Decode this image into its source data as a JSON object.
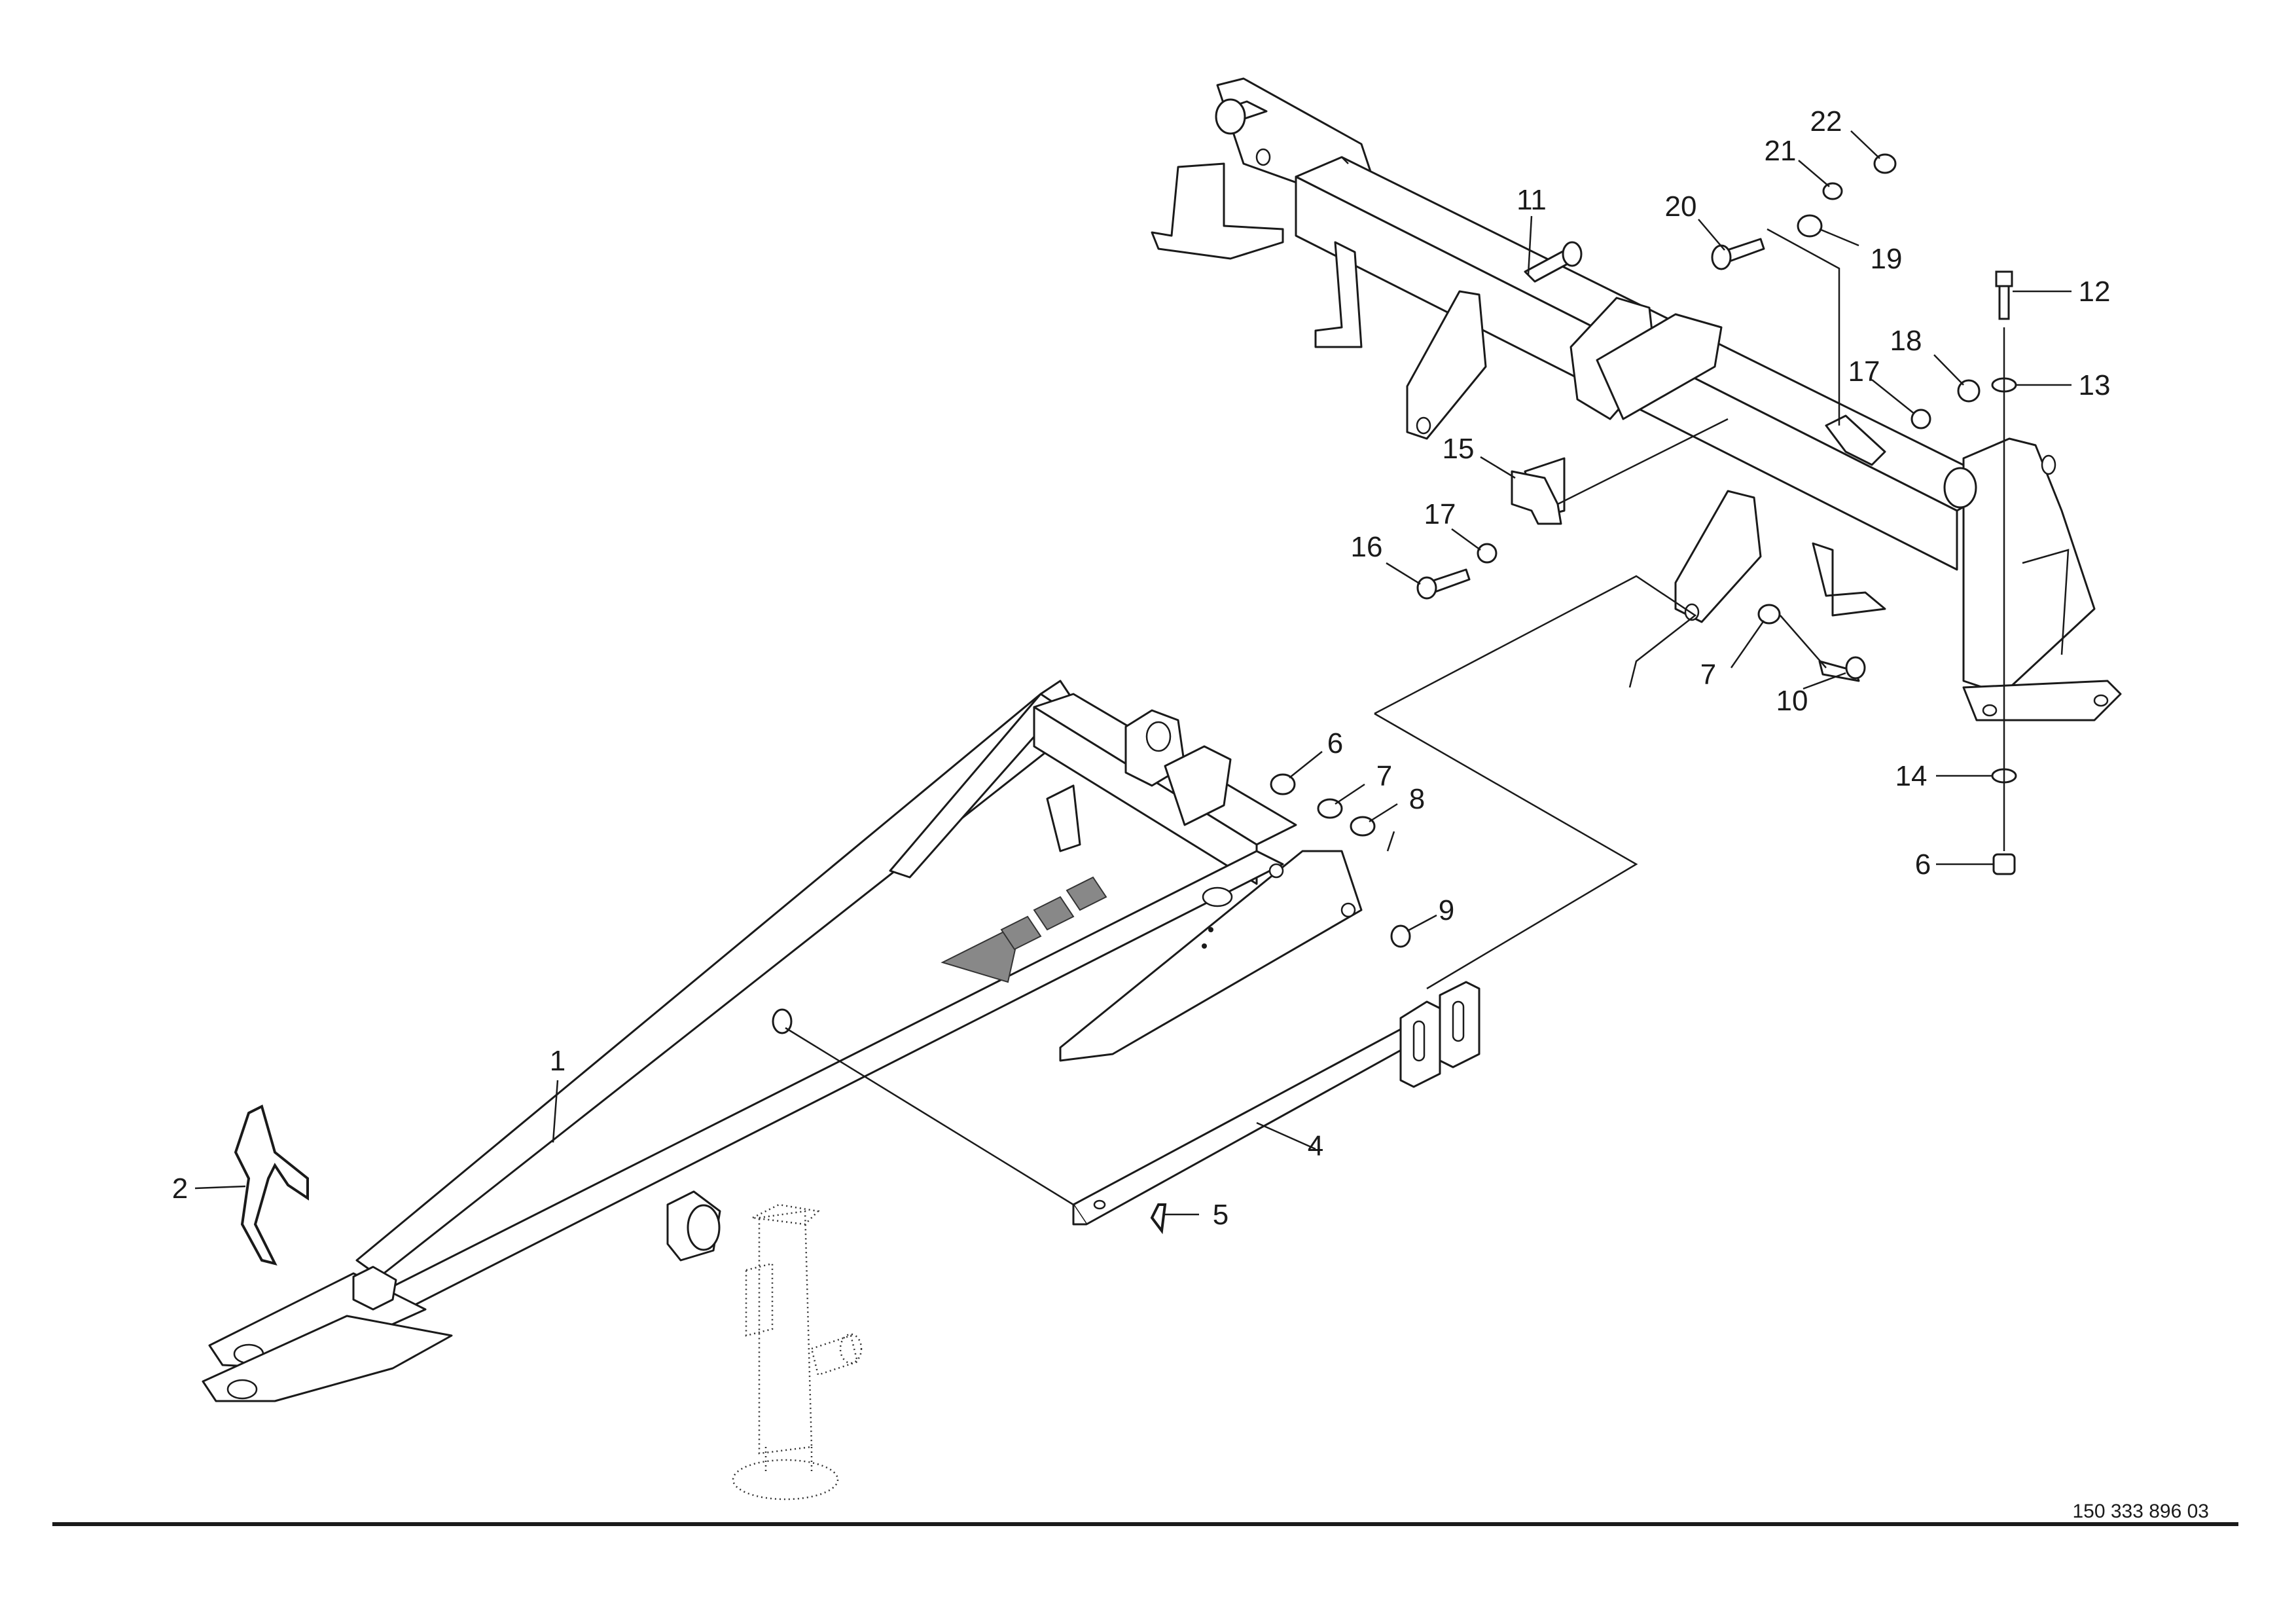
{
  "drawing_number": "150 333 896 03",
  "callouts": [
    {
      "id": "1",
      "label": "1"
    },
    {
      "id": "2",
      "label": "2"
    },
    {
      "id": "4",
      "label": "4"
    },
    {
      "id": "5",
      "label": "5"
    },
    {
      "id": "6a",
      "label": "6"
    },
    {
      "id": "6b",
      "label": "6"
    },
    {
      "id": "7a",
      "label": "7"
    },
    {
      "id": "7b",
      "label": "7"
    },
    {
      "id": "8",
      "label": "8"
    },
    {
      "id": "9",
      "label": "9"
    },
    {
      "id": "10",
      "label": "10"
    },
    {
      "id": "11",
      "label": "11"
    },
    {
      "id": "12",
      "label": "12"
    },
    {
      "id": "13",
      "label": "13"
    },
    {
      "id": "14",
      "label": "14"
    },
    {
      "id": "15",
      "label": "15"
    },
    {
      "id": "16",
      "label": "16"
    },
    {
      "id": "17a",
      "label": "17"
    },
    {
      "id": "17b",
      "label": "17"
    },
    {
      "id": "18",
      "label": "18"
    },
    {
      "id": "19",
      "label": "19"
    },
    {
      "id": "20",
      "label": "20"
    },
    {
      "id": "21",
      "label": "21"
    },
    {
      "id": "22",
      "label": "22"
    }
  ]
}
